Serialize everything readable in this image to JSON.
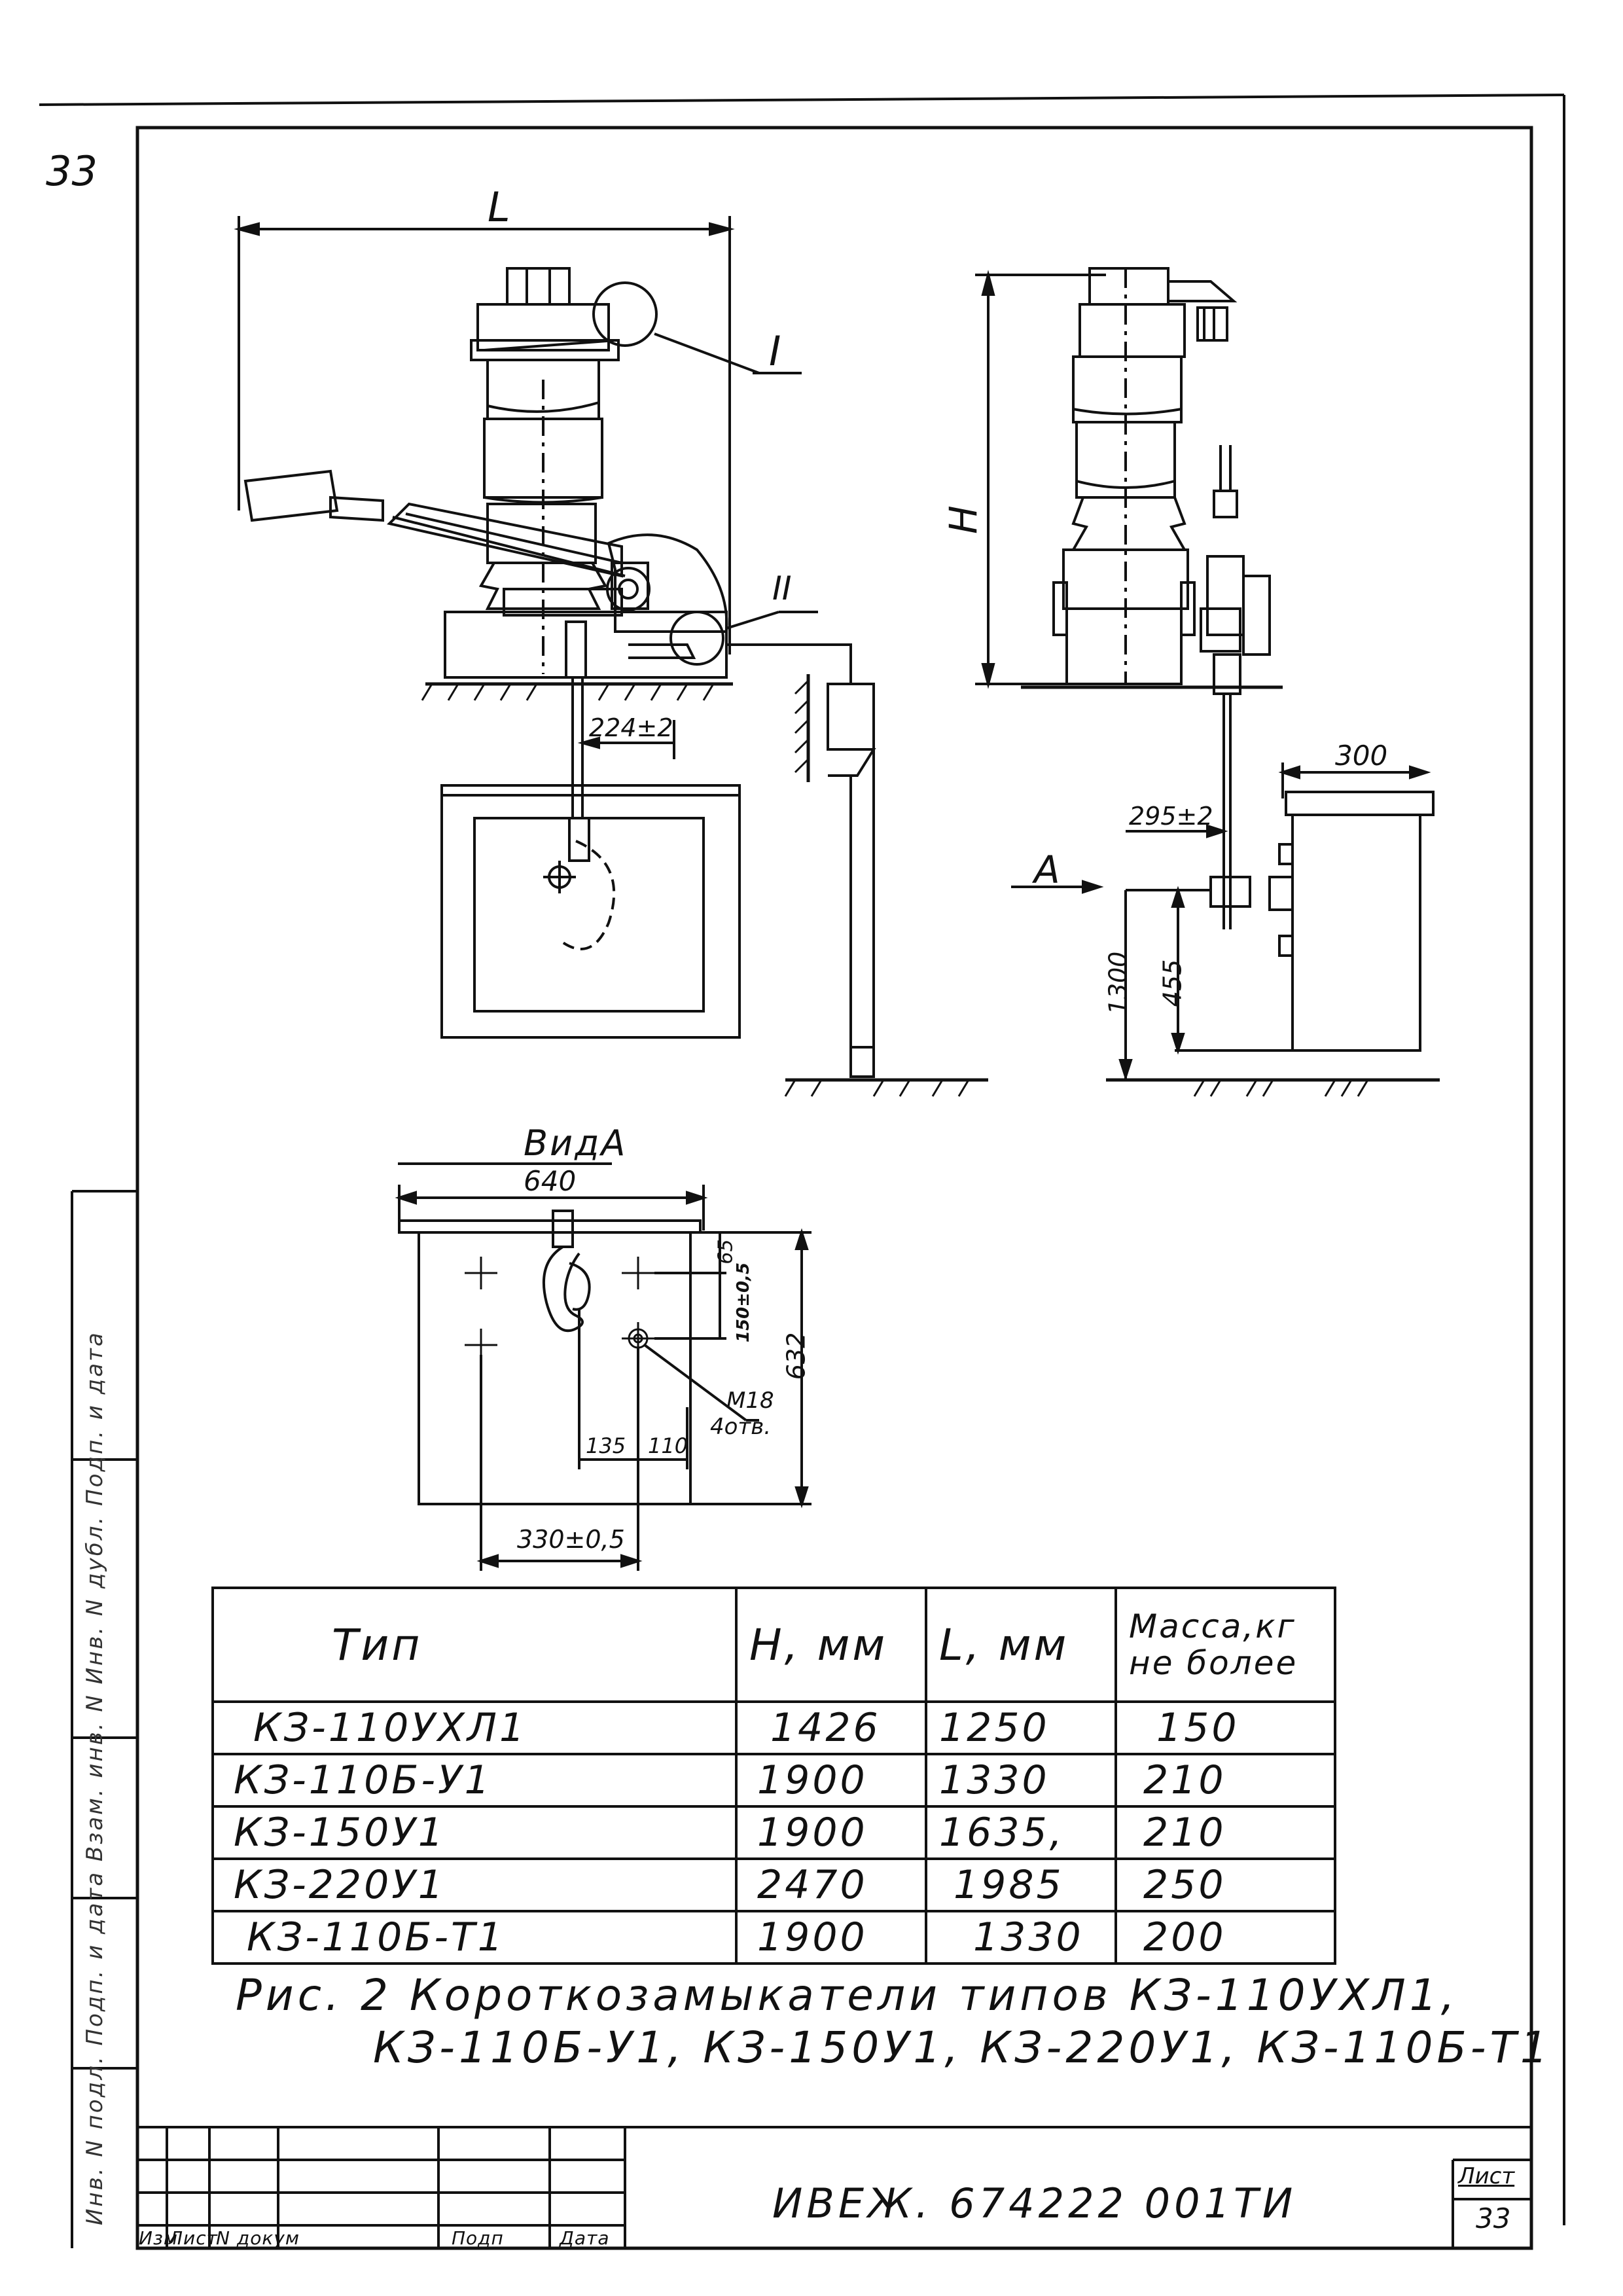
{
  "sheet": {
    "page_number": "33",
    "doc_code": "ИВЕЖ. 674222 001ТИ",
    "sheet_label": "Лист",
    "sheet_number": "33"
  },
  "front_view": {
    "L_label": "L",
    "callout_I": "I",
    "callout_II": "II",
    "dim_224": "224±2"
  },
  "side_view": {
    "H_label": "H",
    "dim_300": "300",
    "dim_295": "295±2",
    "view_marker": "A",
    "dim_1300": "1300",
    "dim_455": "455"
  },
  "view_a": {
    "title": "ВидА",
    "dim_640": "640",
    "dim_65": "65",
    "dim_150": "150±0,5",
    "dim_632": "632",
    "bolt_line1": "М18",
    "bolt_line2": "4отв.",
    "dim_135": "135",
    "dim_110": "110",
    "dim_330": "330±0,5"
  },
  "spec_table": {
    "headers": [
      "Тип",
      "H, мм",
      "L, мм",
      "Масса,кг не более"
    ],
    "rows": [
      [
        "КЗ-110УХЛ1",
        "1426",
        "1250",
        "150"
      ],
      [
        "КЗ-110Б-У1",
        "1900",
        "1330",
        "210"
      ],
      [
        "КЗ-150У1",
        "1900",
        "1635,",
        "210"
      ],
      [
        "КЗ-220У1",
        "2470",
        "1985",
        "250"
      ],
      [
        "КЗ-110Б-Т1",
        "1900",
        "1330",
        "200"
      ]
    ]
  },
  "caption": {
    "line1": "Рис. 2  Короткозамыкатели  типов  КЗ-110УХЛ1,",
    "line2": "КЗ-110Б-У1, КЗ-150У1, КЗ-220У1, КЗ-110Б-Т1"
  },
  "title_block": {
    "col_labels": [
      "Изм",
      "Лист",
      "N докум",
      "Подп",
      "Дата"
    ]
  },
  "side_strip": {
    "text": "Инв. N подл.  Подп. и дата  Взам. инв. N  Инв. N дубл.  Подп. и дата"
  }
}
